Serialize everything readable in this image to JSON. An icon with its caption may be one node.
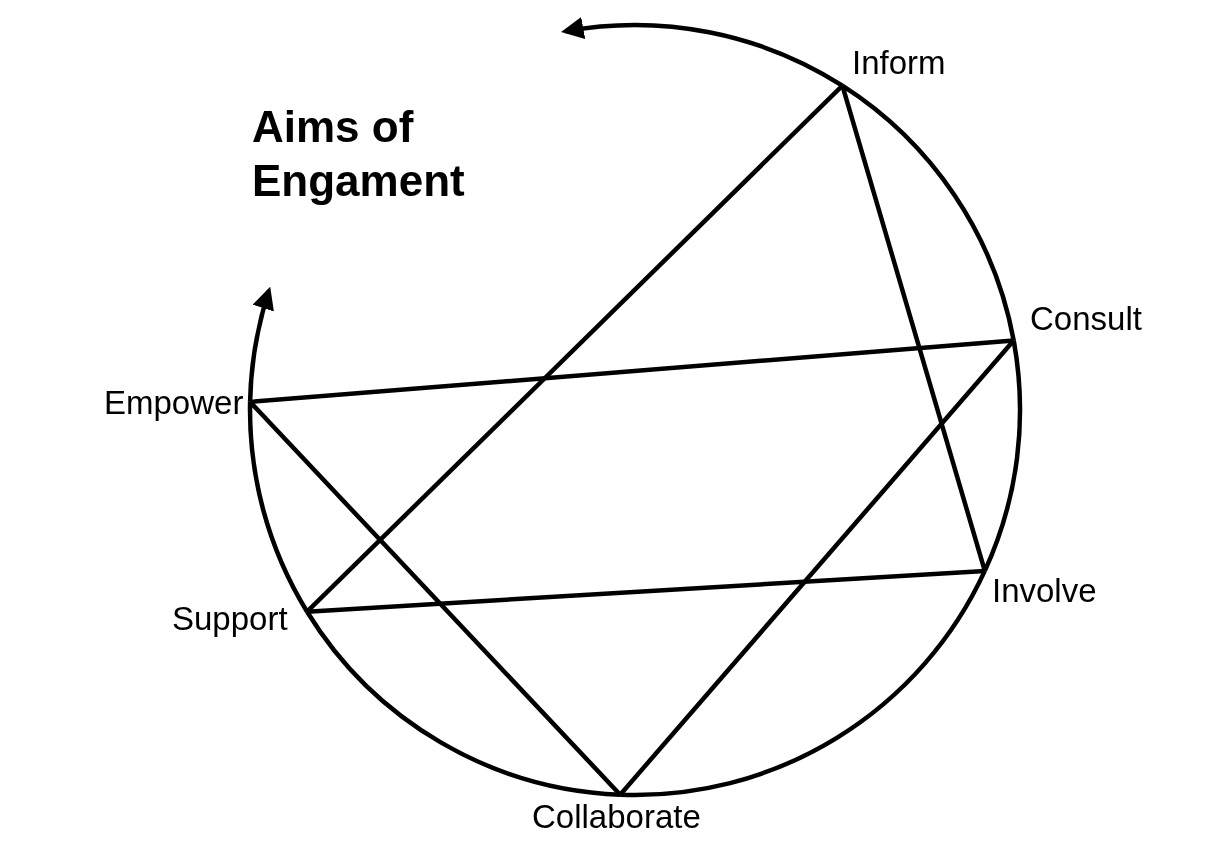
{
  "diagram": {
    "title": "Aims of Engament",
    "nodes": [
      {
        "text": [
          "Inform"
        ]
      },
      {
        "text": [
          "Consult"
        ]
      },
      {
        "text": [
          "Empower"
        ]
      },
      {
        "text": [
          "Involve"
        ]
      },
      {
        "text": [
          "Support"
        ]
      },
      {
        "text": [
          "Collaborate"
        ]
      }
    ],
    "edges": [
      {
        "from": 0,
        "to": 4,
        "arrow": "none"
      },
      {
        "from": 0,
        "to": 3,
        "arrow": "none"
      },
      {
        "from": 1,
        "to": 2,
        "arrow": "none"
      },
      {
        "from": 1,
        "to": 5,
        "arrow": "none"
      },
      {
        "from": 3,
        "to": 4,
        "arrow": "none"
      },
      {
        "from": 2,
        "to": 5,
        "arrow": "none"
      },
      {
        "from": 0,
        "to": 1,
        "arrow": "none"
      },
      {
        "from": 1,
        "to": 3,
        "arrow": "none"
      },
      {
        "from": 3,
        "to": 5,
        "arrow": "none"
      },
      {
        "from": 5,
        "to": 4,
        "arrow": "none"
      },
      {
        "from": 4,
        "to": 2,
        "arrow": "none"
      },
      {
        "from": 0,
        "to": null,
        "arrow": "to"
      },
      {
        "from": 2,
        "to": null,
        "arrow": "to"
      }
    ]
  }
}
